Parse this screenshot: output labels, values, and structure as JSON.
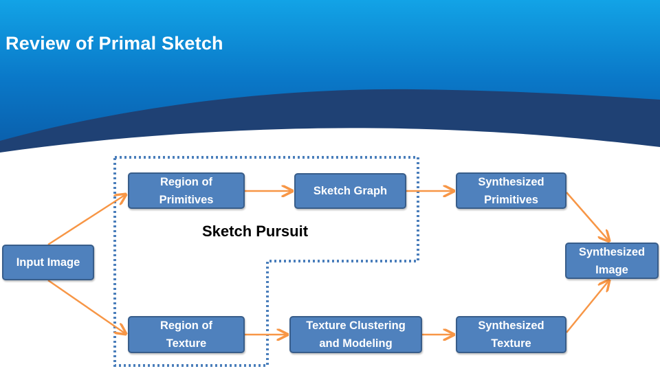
{
  "slide": {
    "title": "Review of Primal Sketch",
    "group_label": "Sketch Pursuit"
  },
  "nodes": {
    "input_image": "Input Image",
    "region_primitives": "Region of\nPrimitives",
    "sketch_graph": "Sketch Graph",
    "synth_primitives": "Synthesized\nPrimitives",
    "region_texture": "Region of\nTexture",
    "texture_clustering": "Texture Clustering\nand Modeling",
    "synth_texture": "Synthesized\nTexture",
    "synth_image": "Synthesized\nImage"
  },
  "edges": [
    {
      "from": "Input Image",
      "to": "Region of Primitives"
    },
    {
      "from": "Input Image",
      "to": "Region of Texture"
    },
    {
      "from": "Region of Primitives",
      "to": "Sketch Graph"
    },
    {
      "from": "Sketch Graph",
      "to": "Synthesized Primitives"
    },
    {
      "from": "Region of Texture",
      "to": "Texture Clustering and Modeling"
    },
    {
      "from": "Texture Clustering and Modeling",
      "to": "Synthesized Texture"
    },
    {
      "from": "Synthesized Primitives",
      "to": "Synthesized Image"
    },
    {
      "from": "Synthesized Texture",
      "to": "Synthesized Image"
    }
  ],
  "colors": {
    "box_fill": "#4f81bd",
    "box_border": "#385d8a",
    "arrow": "#f79646",
    "dotted_border": "#4a7ebb",
    "header_light": "#1ea8e8",
    "header_dark": "#1f4174"
  }
}
